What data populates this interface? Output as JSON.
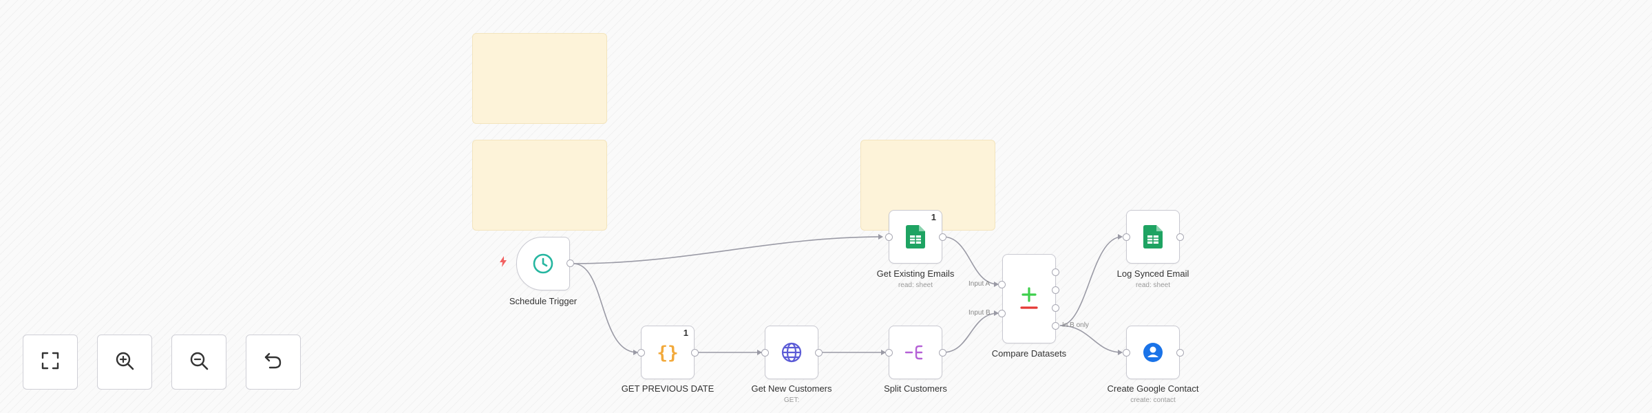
{
  "canvas": {
    "colors": {
      "sticky": "#fdf3d9",
      "node_border": "#c9c9d1",
      "connection": "#9a9aa5",
      "sheets_green": "#1ea362",
      "code_orange": "#f2a93b",
      "http_purple": "#5b5bd6",
      "split_purple": "#b561d6",
      "compare_green": "#3ecf4c",
      "compare_red": "#e53935",
      "contacts_blue": "#1a73e8",
      "schedule_teal": "#26b6a0"
    }
  },
  "nodes": {
    "schedule_trigger": {
      "label": "Schedule Trigger",
      "icon": "clock-icon"
    },
    "get_previous_date": {
      "label": "GET PREVIOUS DATE",
      "badge": "1",
      "icon": "curly-braces-icon"
    },
    "get_new_customers": {
      "label": "Get New Customers",
      "subtitle": "GET:",
      "icon": "globe-icon"
    },
    "split_customers": {
      "label": "Split Customers",
      "icon": "split-icon"
    },
    "get_existing_emails": {
      "label": "Get Existing Emails",
      "subtitle": "read: sheet",
      "badge": "1",
      "icon": "google-sheets-icon"
    },
    "compare_datasets": {
      "label": "Compare Datasets",
      "inputs": [
        "Input A",
        "Input B"
      ],
      "outputs": [
        "In B only"
      ],
      "icon": "compare-icon"
    },
    "log_synced_email": {
      "label": "Log Synced Email",
      "subtitle": "read: sheet",
      "icon": "google-sheets-icon"
    },
    "create_google_contact": {
      "label": "Create Google Contact",
      "subtitle": "create: contact",
      "icon": "google-contacts-icon"
    }
  },
  "controls": {
    "fit_view": {
      "icon": "fit-view-icon"
    },
    "zoom_in": {
      "icon": "zoom-in-icon"
    },
    "zoom_out": {
      "icon": "zoom-out-icon"
    },
    "reset": {
      "icon": "undo-icon"
    }
  }
}
